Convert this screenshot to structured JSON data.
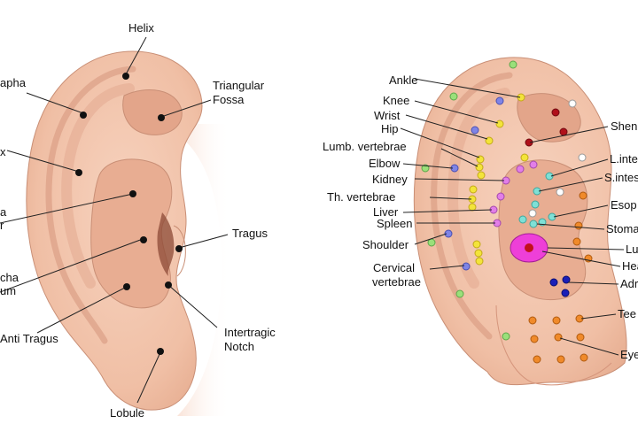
{
  "left_labels": {
    "helix": "Helix",
    "scapha": "apha",
    "antihelix": "x",
    "triangular": "Triangular",
    "fossa": "Fossa",
    "concha_a": "a",
    "concha_b": "r",
    "tragus": "Tragus",
    "cymba_a": "cha",
    "cymba_b": "um",
    "antitragus": "Anti Tragus",
    "intertragic_1": "Intertragic",
    "intertragic_2": "Notch",
    "lobule": "Lobule"
  },
  "right_labels": {
    "ankle": "Ankle",
    "knee": "Knee",
    "wrist": "Wrist",
    "hip": "Hip",
    "lumb": "Lumb. vertebrae",
    "elbow": "Elbow",
    "kidney": "Kidney",
    "thoracic": "Th. vertebrae",
    "liver": "Liver",
    "spleen": "Spleen",
    "shoulder": "Shoulder",
    "cervical_1": "Cervical",
    "cervical_2": "vertebrae",
    "shen": "Shen",
    "l_inte": "L.inte",
    "s_intes": "S.intes",
    "esop": "Esop",
    "stoma": "Stoma",
    "lu": "Lu",
    "hea": "Hea",
    "adr": "Adr",
    "tee": "Tee",
    "eye": "Eye"
  },
  "colors": {
    "skin": "#f2c4ab",
    "skin_dark": "#d99a80",
    "outline": "#b07a66",
    "yellow": "#f3e43a",
    "green": "#9ae07a",
    "blue": "#7f84e6",
    "pink": "#e27ee8",
    "cyan": "#7fe0d6",
    "orange": "#f08a2a",
    "red": "#b0101a",
    "navy": "#1a1fb8",
    "heart": "#ee3fd8"
  }
}
